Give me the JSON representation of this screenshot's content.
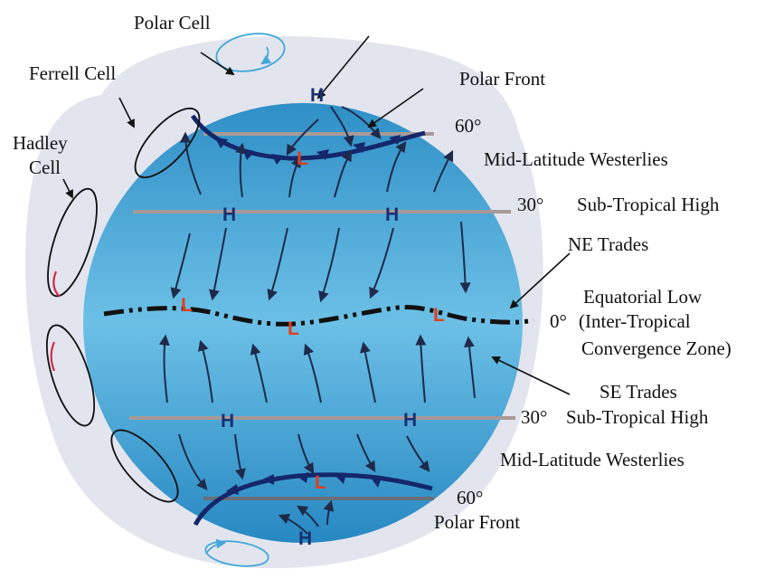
{
  "labels": {
    "polar_cell": "Polar Cell",
    "ferrell_cell": "Ferrell Cell",
    "hadley_line1": "Hadley",
    "hadley_line2": "Cell",
    "polar_front_top": "Polar Front",
    "deg60_top": "60°",
    "midlat_top": "Mid-Latitude Westerlies",
    "deg30_top": "30°",
    "subtrop_top": "Sub-Tropical High",
    "ne_trades": "NE Trades",
    "eq_low_1": "Equatorial Low",
    "deg0": "0°",
    "eq_low_2": "(Inter-Tropical",
    "eq_low_3": "Convergence Zone)",
    "se_trades": "SE Trades",
    "deg30_bottom": "30°",
    "subtrop_bottom": "Sub-Tropical High",
    "midlat_bottom": "Mid-Latitude Westerlies",
    "deg60_bottom": "60°",
    "polar_front_bottom": "Polar Front"
  },
  "pressure": {
    "high": "H",
    "low": "L"
  },
  "colors": {
    "globe_top": "#2f8fc6",
    "globe_mid": "#6cc0e6",
    "globe_bottom": "#2788c2",
    "halo": "#e3e5ee",
    "latitude_line": "#a79a98",
    "front": "#14276a",
    "high": "#1a2f72",
    "low": "#e0401a",
    "polar_cell": "#41a8d8",
    "hadley_accent": "#d4284a"
  }
}
